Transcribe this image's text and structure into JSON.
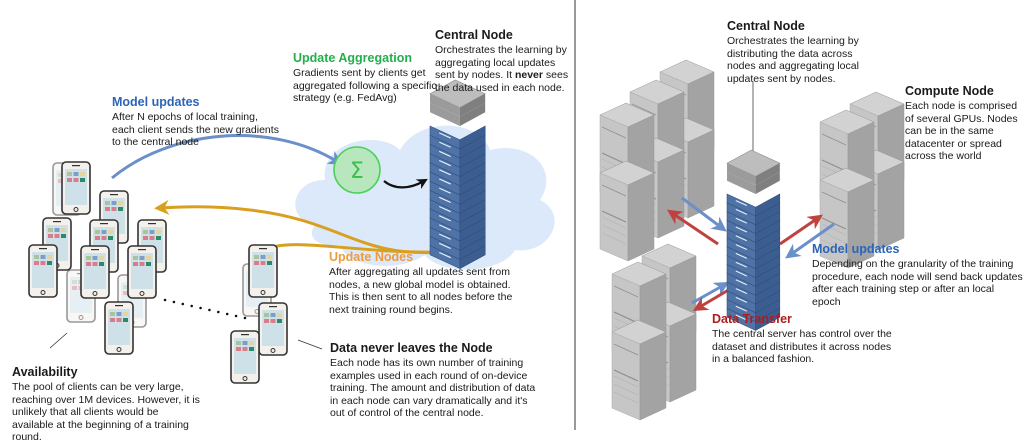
{
  "left_panel": {
    "title": "Federated Learning",
    "model_updates": {
      "heading": "Model updates",
      "body": "After N epochs of local training, each client sends the new gradients to the central node",
      "color": "#2b64b8"
    },
    "update_aggregation": {
      "heading": "Update Aggregation",
      "body": "Gradients sent by clients get aggregated following a specific strategy (e.g. FedAvg)",
      "color": "#22b04b",
      "symbol": "Σ"
    },
    "central_node": {
      "heading": "Central Node",
      "body_before": "Orchestrates the learning by aggregating local updates sent by nodes. It ",
      "body_bold": "never",
      "body_after": " sees the data used in each node."
    },
    "update_nodes": {
      "heading": "Update Nodes",
      "body": "After aggregating all updates sent from nodes, a new global model is obtained. This is then sent to all nodes before the next training round begins.",
      "color": "#ef9a3c"
    },
    "data_never_leaves": {
      "heading": "Data never leaves the Node",
      "body": "Each node has its own number of training examples used in each round of on-device training. The amount and distribution of data in each node can vary dramatically and it's out of control of the central node."
    },
    "availability": {
      "heading": "Availability",
      "body": "The pool of clients can be very large, reaching over 1M devices. However, it is unlikely that all clients would be available at the beginning of a training round."
    },
    "icons": [
      "smartphone-icon",
      "server-rack-icon",
      "sigma-icon",
      "cloud-icon"
    ]
  },
  "right_panel": {
    "title": "Distributed Learning",
    "central_node": {
      "heading": "Central Node",
      "body": "Orchestrates the learning by distributing the data across nodes and aggregating local updates sent by nodes."
    },
    "compute_node": {
      "heading": "Compute Node",
      "body": "Each node is comprised of several GPUs. Nodes can be in the same datacenter or spread across the world"
    },
    "model_updates": {
      "heading": "Model updates",
      "body": "Depending on the granularity of the training procedure, each node will send back updates after each training step or after an local epoch",
      "color": "#2b64b8"
    },
    "data_transfer": {
      "heading": "Data Transfer",
      "body": "The central server has control over the dataset and distributes it across nodes in a balanced fashion.",
      "color": "#b01c1c"
    },
    "icons": [
      "server-rack-icon",
      "compute-cluster-icon"
    ]
  },
  "colors": {
    "blue_arrow": "#6a8fc9",
    "orange_arrow": "#d9a020",
    "red_arrow": "#c0423e",
    "cloud": "#dce9fb",
    "server_blue": "#4f73a6",
    "server_gray": "#a9a9a9"
  }
}
